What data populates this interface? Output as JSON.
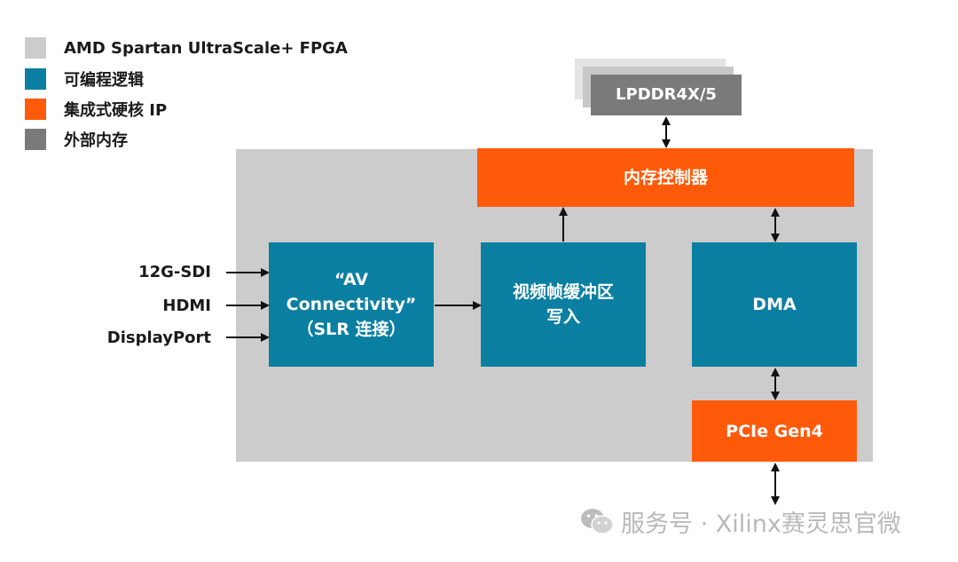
{
  "legend": {
    "items": [
      {
        "label": "AMD Spartan UltraScale+ FPGA",
        "color": "#cccccc"
      },
      {
        "label": "可编程逻辑",
        "color": "#0b7fa1"
      },
      {
        "label": "集成式硬核 IP",
        "color": "#ff5a0a"
      },
      {
        "label": "外部内存",
        "color": "#7a7a7a"
      }
    ]
  },
  "external_memory": {
    "label": "LPDDR4X/5"
  },
  "blocks": {
    "memory_controller": "内存控制器",
    "av_connectivity_line1": "“AV Connectivity”",
    "av_connectivity_line2": "（SLR 连接）",
    "video_buffer_line1": "视频帧缓冲区",
    "video_buffer_line2": "写入",
    "dma": "DMA",
    "pcie": "PCIe Gen4"
  },
  "inputs": [
    "12G-SDI",
    "HDMI",
    "DisplayPort"
  ],
  "watermark": {
    "text": "服务号 · Xilinx赛灵思官微"
  },
  "colors": {
    "fpga_bg": "#cccccc",
    "programmable_logic": "#0b7fa1",
    "hard_ip": "#ff5a0a",
    "external_memory": "#7a7a7a",
    "arrow": "#111111"
  }
}
